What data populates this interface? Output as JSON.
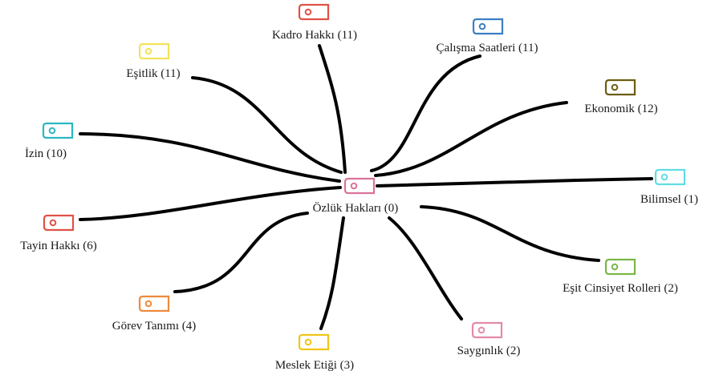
{
  "center": {
    "label": "Özlük Hakları (0)",
    "color": "#d9739b"
  },
  "nodes": [
    {
      "id": "kadro-hakki",
      "label": "Kadro Hakkı (11)",
      "color": "#e05246"
    },
    {
      "id": "calisma-saatleri",
      "label": "Çalışma Saatleri (11)",
      "color": "#3b7fc4"
    },
    {
      "id": "esitlik",
      "label": "Eşitlik (11)",
      "color": "#f2e35a"
    },
    {
      "id": "ekonomik",
      "label": "Ekonomik (12)",
      "color": "#6b5d12"
    },
    {
      "id": "izin",
      "label": "İzin (10)",
      "color": "#2bb7c4"
    },
    {
      "id": "bilimsel",
      "label": "Bilimsel (1)",
      "color": "#5fdde3"
    },
    {
      "id": "tayin-hakki",
      "label": "Tayin Hakkı (6)",
      "color": "#e05246"
    },
    {
      "id": "esit-cinsiyet-rolleri",
      "label": "Eşit Cinsiyet Rolleri (2)",
      "color": "#7ab648"
    },
    {
      "id": "gorev-tanimi",
      "label": "Görev Tanımı (4)",
      "color": "#ee8a3c"
    },
    {
      "id": "meslek-etigi",
      "label": "Meslek Etiği (3)",
      "color": "#f0c419"
    },
    {
      "id": "saygınlik",
      "label": "Saygınlık (2)",
      "color": "#e48aa8"
    }
  ]
}
